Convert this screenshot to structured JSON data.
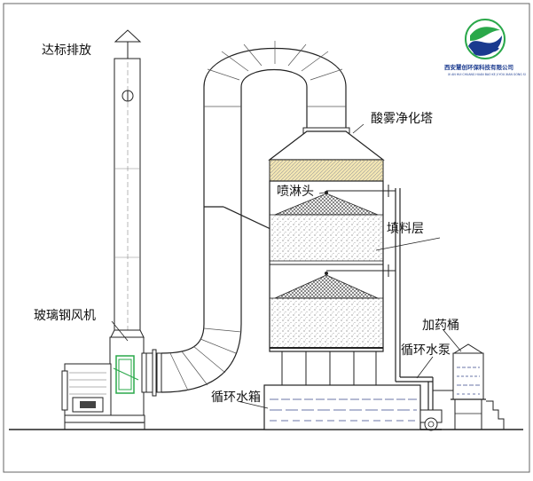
{
  "labels": {
    "chimney": "达标排放",
    "tower": "酸雾净化塔",
    "spray_head": "喷淋头",
    "packing": "填料层",
    "fan": "玻璃钢风机",
    "dosing": "加药桶",
    "pump": "循环水泵",
    "tank": "循环水箱"
  },
  "logo": {
    "company": "西安慧创环保科技有限公司",
    "english": "XI AN HUI CHUANG HUAN BAO KE JI YOU XIAN GONG SI"
  },
  "colors": {
    "line": "#222222",
    "water": "#3a4a8a",
    "filler_band": "#f3e6b3",
    "logo_blue": "#1a3a8f",
    "logo_green": "#2aa84a"
  }
}
